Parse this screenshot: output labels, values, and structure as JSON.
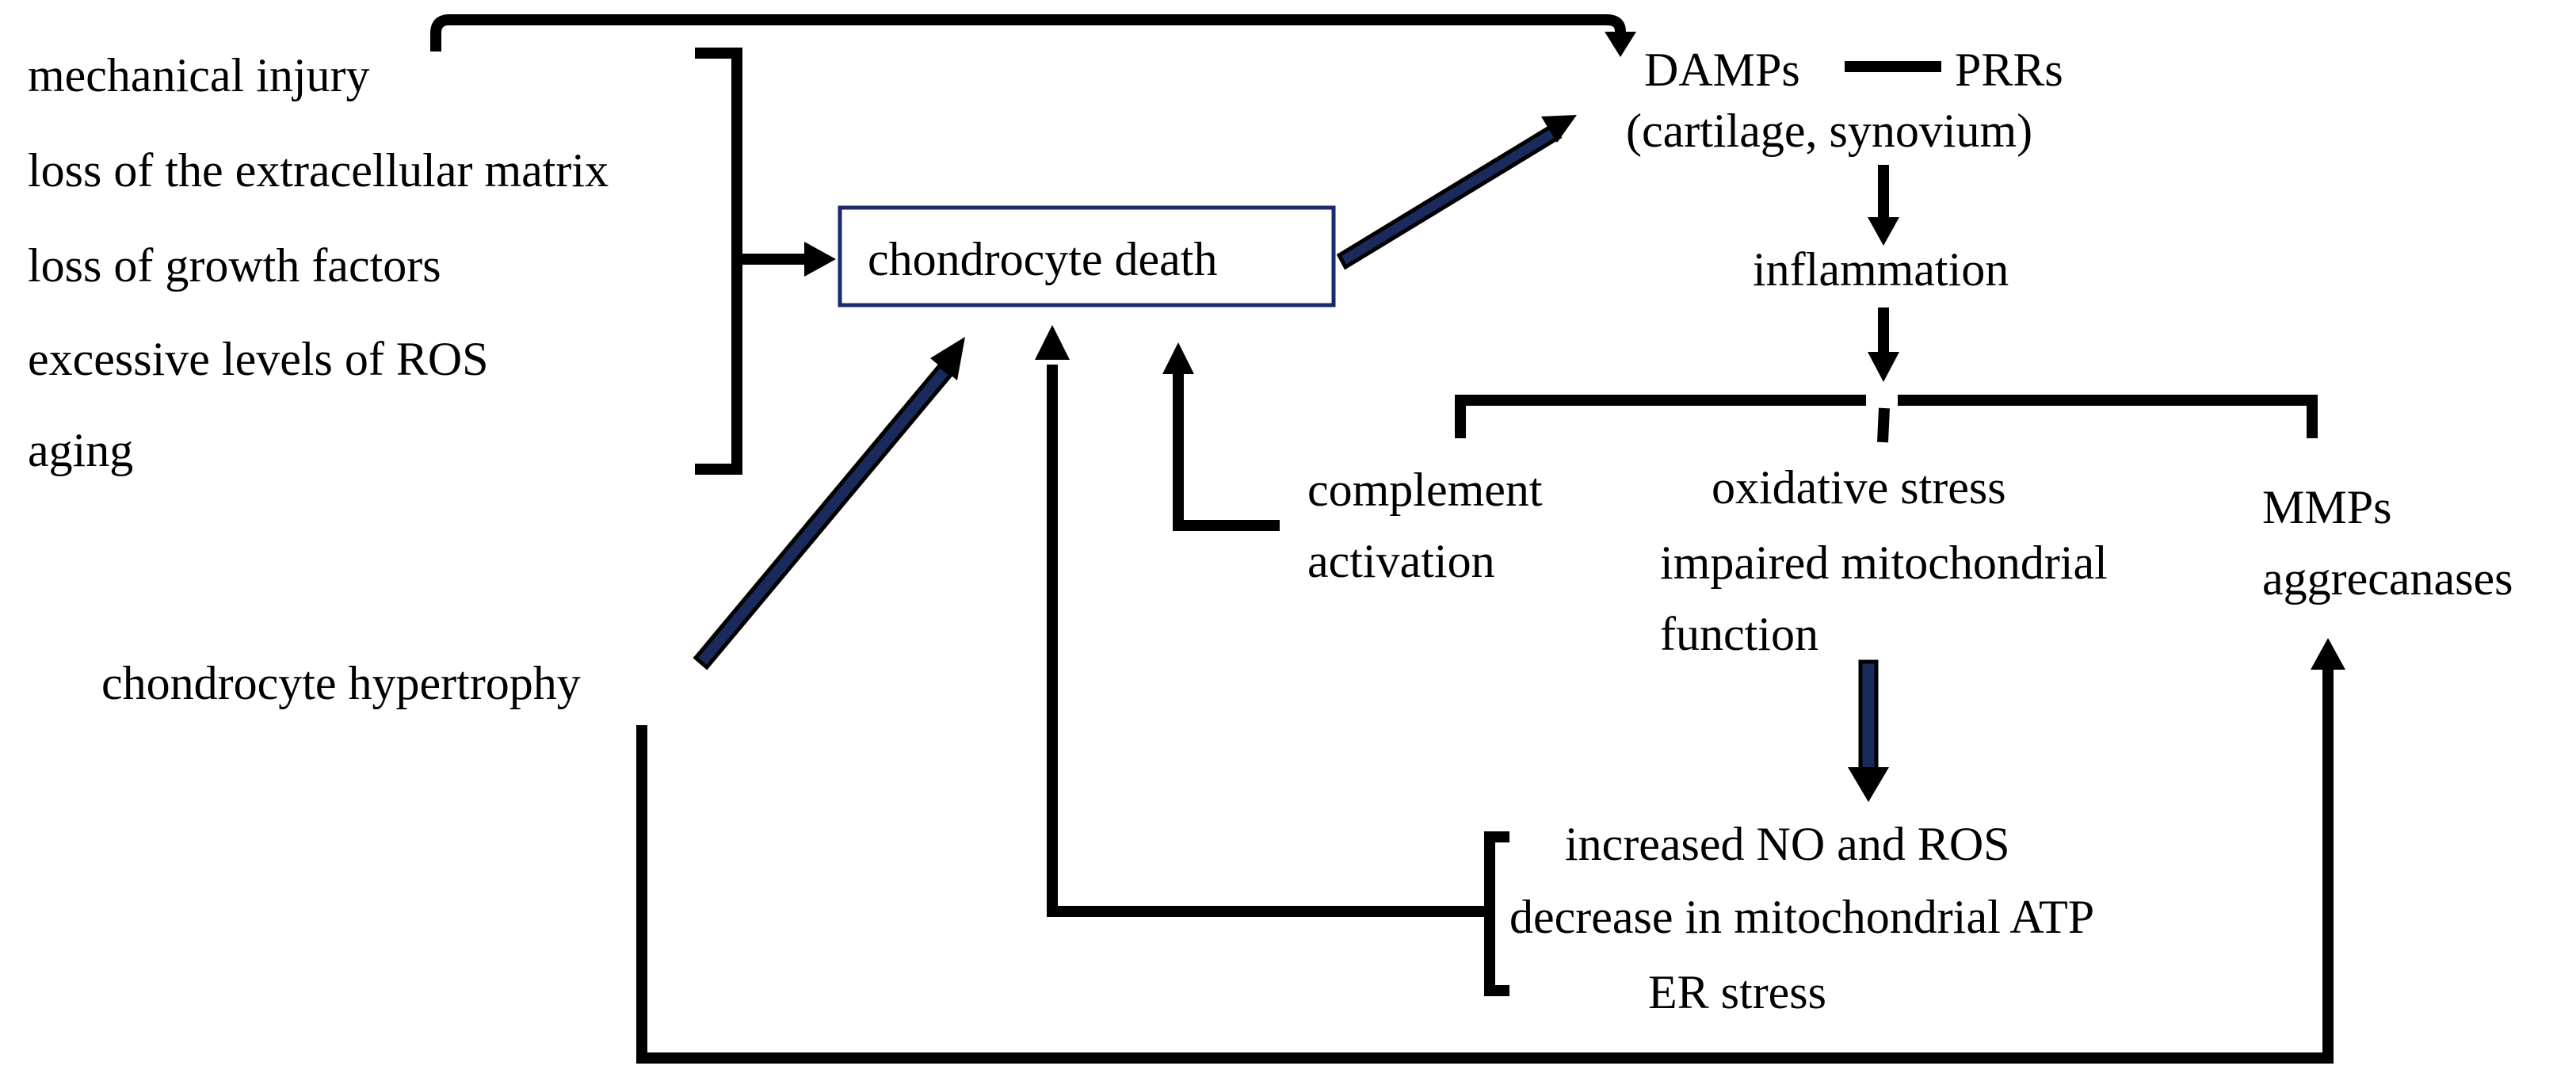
{
  "causes": [
    "mechanical injury",
    "loss of the extracellular matrix",
    "loss of growth factors",
    "excessive levels of ROS",
    "aging"
  ],
  "central_box": "chondrocyte death",
  "damps": "DAMPs",
  "prrs": "PRRs",
  "damps_location": "(cartilage, synovium)",
  "inflammation": "inflammation",
  "complement": [
    "complement",
    "activation"
  ],
  "oxidative": [
    "oxidative stress",
    "impaired mitochondrial",
    "function"
  ],
  "mmps": [
    "MMPs",
    "aggrecanases"
  ],
  "hypertrophy": "chondrocyte hypertrophy",
  "downstream": [
    "increased NO and ROS",
    "decrease in mitochondrial ATP",
    "ER stress"
  ],
  "colors": {
    "box_border": "#1a2a6c",
    "arrow_navy": "#1a2a5c",
    "line": "#000000"
  }
}
